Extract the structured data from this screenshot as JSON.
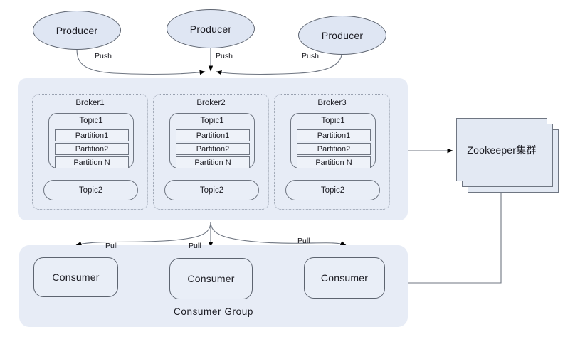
{
  "diagram": {
    "title_fragment": "",
    "colors": {
      "panel_fill": "#e7ecf6",
      "node_fill": "#e9eef7",
      "producer_fill": "#dfe6f3",
      "zookeeper_fill": "#e3e9f3",
      "stroke": "#5d6470",
      "dotted_stroke": "#9aa2b1",
      "text": "#1b1b22"
    }
  },
  "producers": [
    {
      "label": "Producer",
      "edge_label": "Push"
    },
    {
      "label": "Producer",
      "edge_label": "Push"
    },
    {
      "label": "Producer",
      "edge_label": "Push"
    }
  ],
  "cluster": {
    "brokers": [
      {
        "title": "Broker1",
        "topic1": {
          "label": "Topic1",
          "partitions": [
            "Partition1",
            "Partition2",
            "Partition N"
          ]
        },
        "topic2": {
          "label": "Topic2"
        }
      },
      {
        "title": "Broker2",
        "topic1": {
          "label": "Topic1",
          "partitions": [
            "Partition1",
            "Partition2",
            "Partition N"
          ]
        },
        "topic2": {
          "label": "Topic2"
        }
      },
      {
        "title": "Broker3",
        "topic1": {
          "label": "Topic1",
          "partitions": [
            "Partition1",
            "Partition2",
            "Partition N"
          ]
        },
        "topic2": {
          "label": "Topic2"
        }
      }
    ]
  },
  "zookeeper": {
    "label": "Zookeeper集群",
    "stack_count": 3
  },
  "consumer_group": {
    "label": "Consumer  Group",
    "consumers": [
      {
        "label": "Consumer",
        "edge_label": "Pull"
      },
      {
        "label": "Consumer",
        "edge_label": "Pull"
      },
      {
        "label": "Consumer",
        "edge_label": "Pull"
      }
    ]
  }
}
